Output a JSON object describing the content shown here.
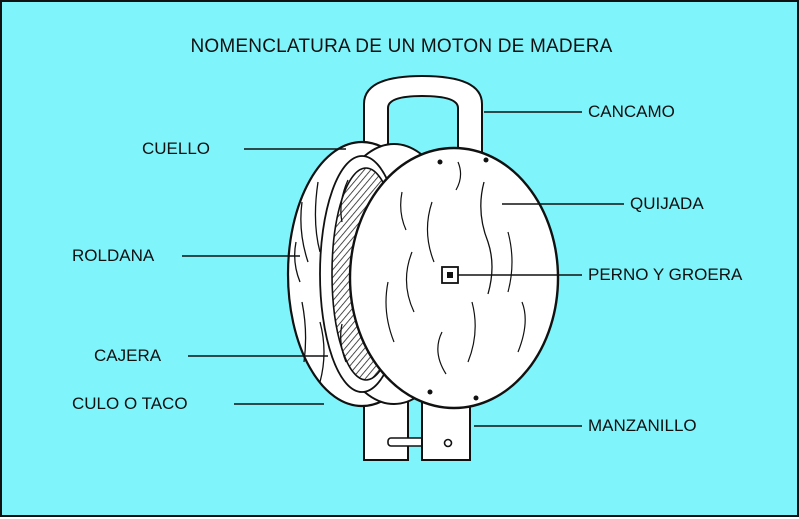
{
  "title": "NOMENCLATURA DE UN MOTON DE MADERA",
  "labels": {
    "cancamo": "CANCAMO",
    "cuello": "CUELLO",
    "quijada": "QUIJADA",
    "roldana": "ROLDANA",
    "perno": "PERNO Y GROERA",
    "cajera": "CAJERA",
    "culo": "CULO O TACO",
    "manzanillo": "MANZANILLO"
  },
  "colors": {
    "background": "#7ff4fb",
    "wood": "#ffffff",
    "ink": "#111111"
  }
}
